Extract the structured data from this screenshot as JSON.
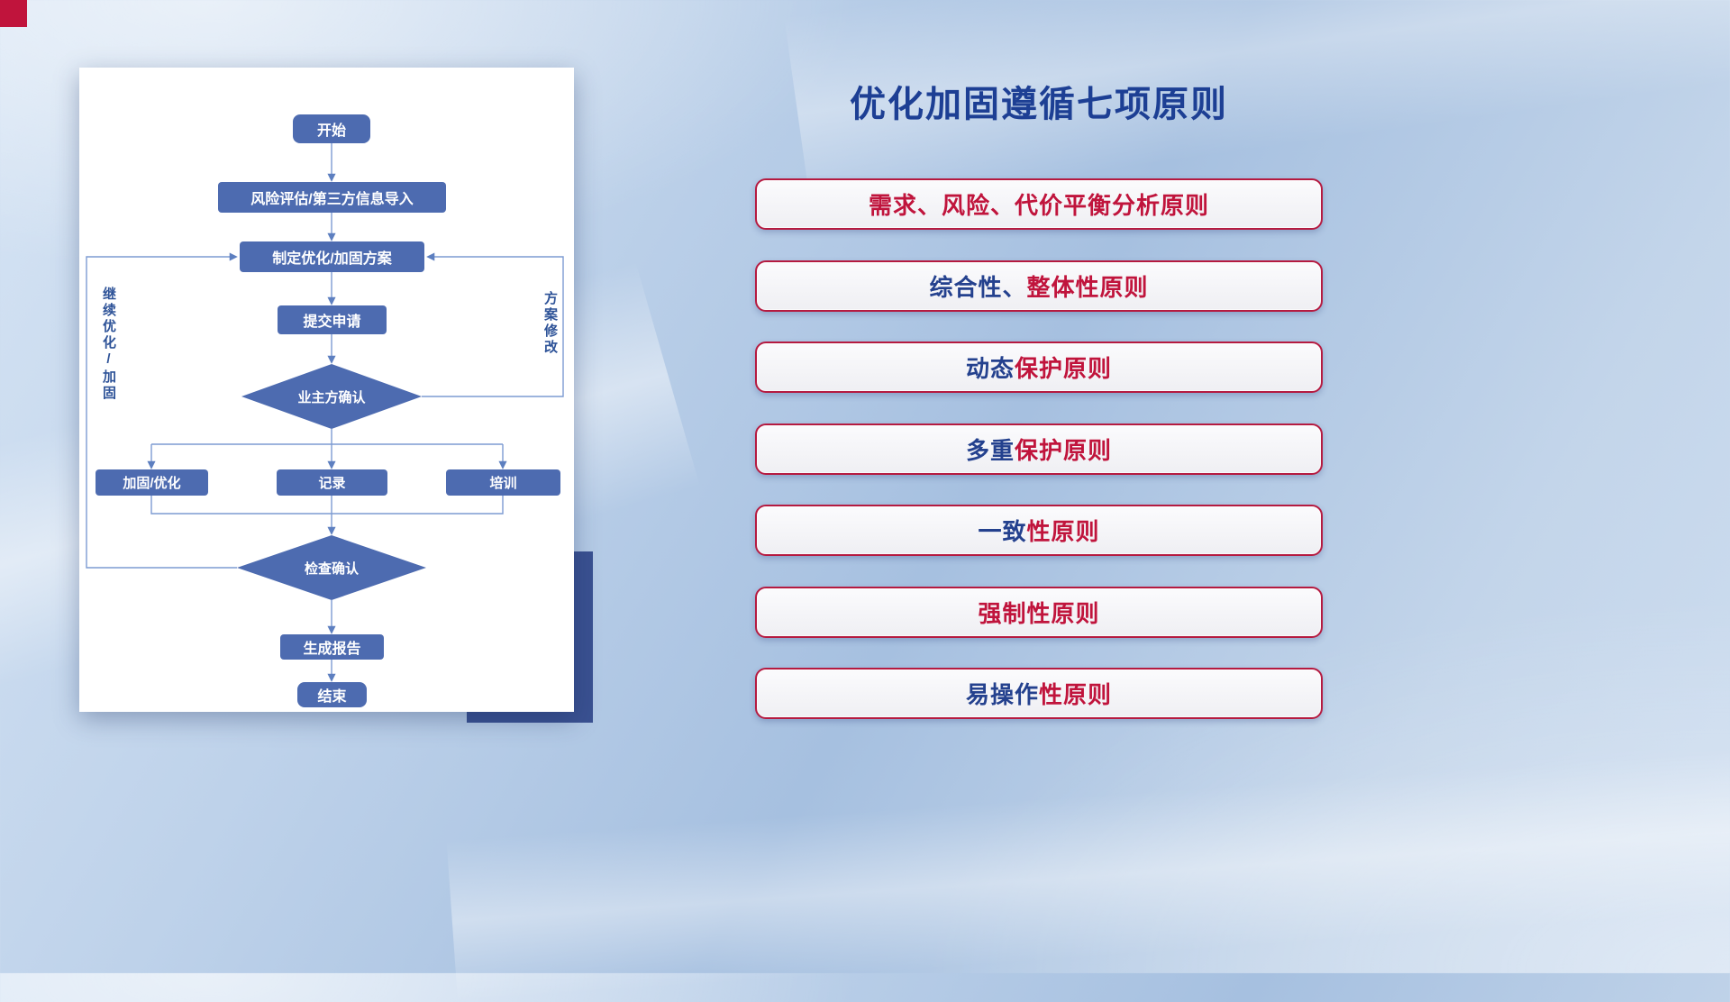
{
  "decor": {
    "corner_color": "#c0143c",
    "accent_block_color": "#3a5191"
  },
  "flowchart": {
    "nodes": {
      "start": {
        "label": "开始"
      },
      "risk": {
        "label": "风险评估/第三方信息导入"
      },
      "plan": {
        "label": "制定优化/加固方案"
      },
      "submit": {
        "label": "提交申请"
      },
      "owner_confirm": {
        "label": "业主方确认"
      },
      "harden": {
        "label": "加固/优化"
      },
      "record": {
        "label": "记录"
      },
      "training": {
        "label": "培训"
      },
      "check_confirm": {
        "label": "检查确认"
      },
      "report": {
        "label": "生成报告"
      },
      "end": {
        "label": "结束"
      }
    },
    "edge_labels": {
      "left_loop": "继续优化/加固",
      "right_loop": "方案修改"
    },
    "colors": {
      "node_fill": "#4d6bb0",
      "line": "#7d9bd2",
      "edge_label_text": "#2e5398"
    }
  },
  "panel": {
    "title": "优化加固遵循七项原则",
    "title_color": "#1d3f94",
    "principles": [
      {
        "segments": [
          {
            "text": "需求、风险、代价平衡分析原则",
            "color": "#c0143c"
          }
        ]
      },
      {
        "segments": [
          {
            "text": "综合性、",
            "color": "#24418e"
          },
          {
            "text": "整体性原则",
            "color": "#c0143c"
          }
        ]
      },
      {
        "segments": [
          {
            "text": "动态",
            "color": "#24418e"
          },
          {
            "text": "保护原则",
            "color": "#c0143c"
          }
        ]
      },
      {
        "segments": [
          {
            "text": "多重",
            "color": "#24418e"
          },
          {
            "text": "保护原则",
            "color": "#c0143c"
          }
        ]
      },
      {
        "segments": [
          {
            "text": "一致",
            "color": "#24418e"
          },
          {
            "text": "性原则",
            "color": "#c0143c"
          }
        ]
      },
      {
        "segments": [
          {
            "text": "强制性原则",
            "color": "#c0143c"
          }
        ]
      },
      {
        "segments": [
          {
            "text": "易操作",
            "color": "#24418e"
          },
          {
            "text": "性原则",
            "color": "#c0143c"
          }
        ]
      }
    ]
  }
}
